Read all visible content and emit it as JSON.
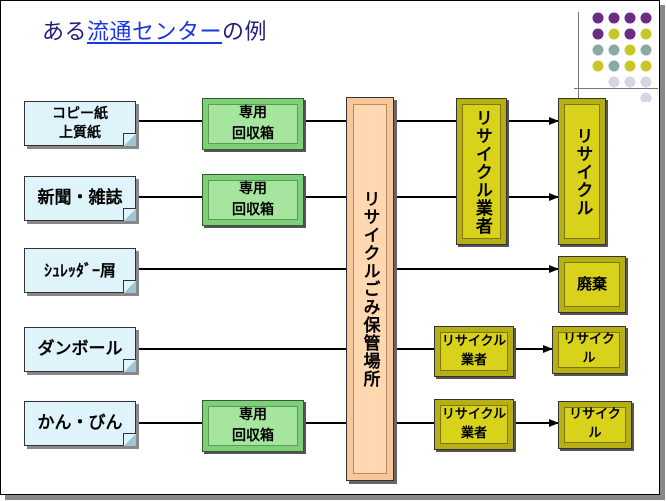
{
  "title": {
    "prefix": "ある",
    "underlined": "流通センター",
    "suffix": "の例"
  },
  "sources": [
    {
      "label": "コピー紙\n上質紙"
    },
    {
      "label": "新聞・雑誌"
    },
    {
      "label": "ｼｭﾚｯﾀﾞｰ屑"
    },
    {
      "label": "ダンボール"
    },
    {
      "label": "かん・びん"
    }
  ],
  "collection_boxes": [
    {
      "label": "専用\n回収箱"
    },
    {
      "label": "専用\n回収箱"
    },
    {
      "label": "専用\n回収箱"
    }
  ],
  "storage": {
    "label": "リサイクルごみ保管場所"
  },
  "recyclers": [
    {
      "label": "リサイクル業者"
    },
    {
      "label": "リサイクル\n業者"
    },
    {
      "label": "リサイクル\n業者"
    }
  ],
  "outputs": [
    {
      "label": "リサイクル"
    },
    {
      "label": "廃棄"
    },
    {
      "label": "リサイクル"
    },
    {
      "label": "リサイクル"
    }
  ],
  "colors": {
    "title": "#1f1f7a",
    "title_link": "#1a35e6",
    "source_fill": "#dff3fb",
    "box_green": "#7fcf7a",
    "box_olive": "#d8d21a",
    "storage_fill": "#ffd8b2"
  }
}
